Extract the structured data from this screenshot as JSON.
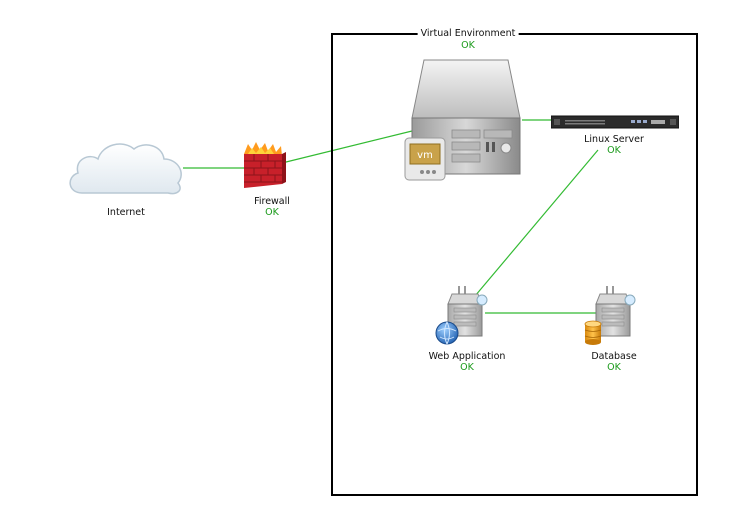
{
  "environment": {
    "title": "Virtual Environment",
    "status": "OK"
  },
  "nodes": {
    "internet": {
      "label": "Internet",
      "icon": "cloud-icon"
    },
    "firewall": {
      "label": "Firewall",
      "status": "OK",
      "icon": "firewall-icon"
    },
    "linux_server": {
      "label": "Linux Server",
      "status": "OK",
      "icon": "rack-server-icon"
    },
    "web_application": {
      "label": "Web Application",
      "status": "OK",
      "icon": "web-app-server-icon"
    },
    "database": {
      "label": "Database",
      "status": "OK",
      "icon": "database-server-icon"
    },
    "vm_host": {
      "icon": "vmware-host-icon",
      "badge": "vm"
    }
  },
  "colors": {
    "link": "#33bb33",
    "status_ok": "#1a9a1a",
    "frame": "#000000"
  },
  "connections": [
    [
      "internet",
      "firewall"
    ],
    [
      "firewall",
      "vm_host"
    ],
    [
      "vm_host",
      "linux_server"
    ],
    [
      "linux_server",
      "web_application"
    ],
    [
      "web_application",
      "database"
    ]
  ]
}
